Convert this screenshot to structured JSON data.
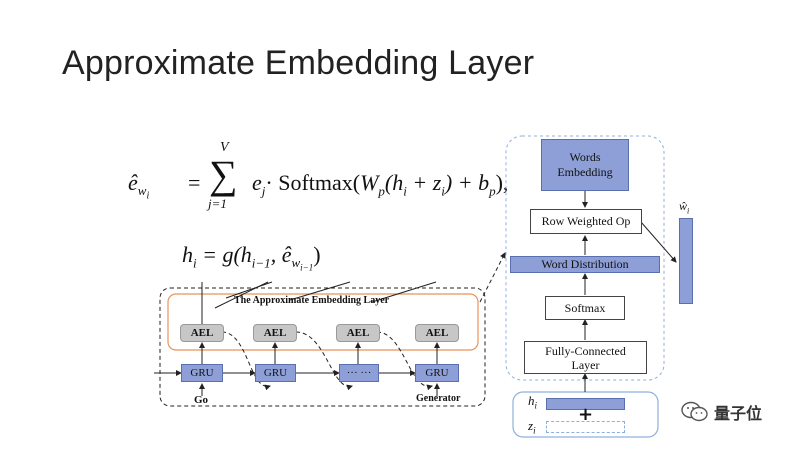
{
  "slide": {
    "title": "Approximate Embedding Layer"
  },
  "formulas": {
    "eq1": {
      "lhs": "ê",
      "lhs_sub": "w",
      "lhs_subsub": "i",
      "equals": "=",
      "sum_upper": "V",
      "sum_lower": "j=1",
      "sum_symbol": "∑",
      "term": "e",
      "term_sub": "j",
      "softmax": "· Softmax(",
      "wp": "W",
      "wp_sub": "p",
      "args": "(h",
      "args_sub": "i",
      "plus_z": " + z",
      "z_sub": "i",
      "close": ") + b",
      "b_sub": "p",
      "end": "),"
    },
    "eq2": {
      "lhs": "h",
      "lhs_sub": "i",
      "rhs": " = g(h",
      "rhs_sub": "i−1",
      "comma": ", ê",
      "w_sub": "w",
      "w_subsub": "i−1",
      "end": ")"
    }
  },
  "left_diagram": {
    "ael_label": "The Approximate Embedding Layer",
    "ael_boxes": [
      "AEL",
      "AEL",
      "AEL",
      "AEL"
    ],
    "gru_boxes": [
      "GRU",
      "GRU",
      "··· ···",
      "GRU"
    ],
    "go_label": "Go",
    "generator_label": "Generator"
  },
  "right_diagram": {
    "words_embedding": "Words Embedding",
    "row_weighted_op": "Row Weighted Op",
    "word_distribution": "Word Distribution",
    "softmax": "Softmax",
    "fully_connected": "Fully-Connected Layer",
    "h_label": "h",
    "h_sub": "i",
    "z_label": "z",
    "z_sub": "i",
    "plus": "+",
    "output_label": "ŵ",
    "output_sub": "i"
  },
  "watermark": {
    "text": "量子位"
  },
  "colors": {
    "box_blue": "#8d9fd6",
    "ael_gray": "#c7c7c7",
    "orange_border": "#e8935a",
    "dashed_blue": "#8fb0dd"
  }
}
